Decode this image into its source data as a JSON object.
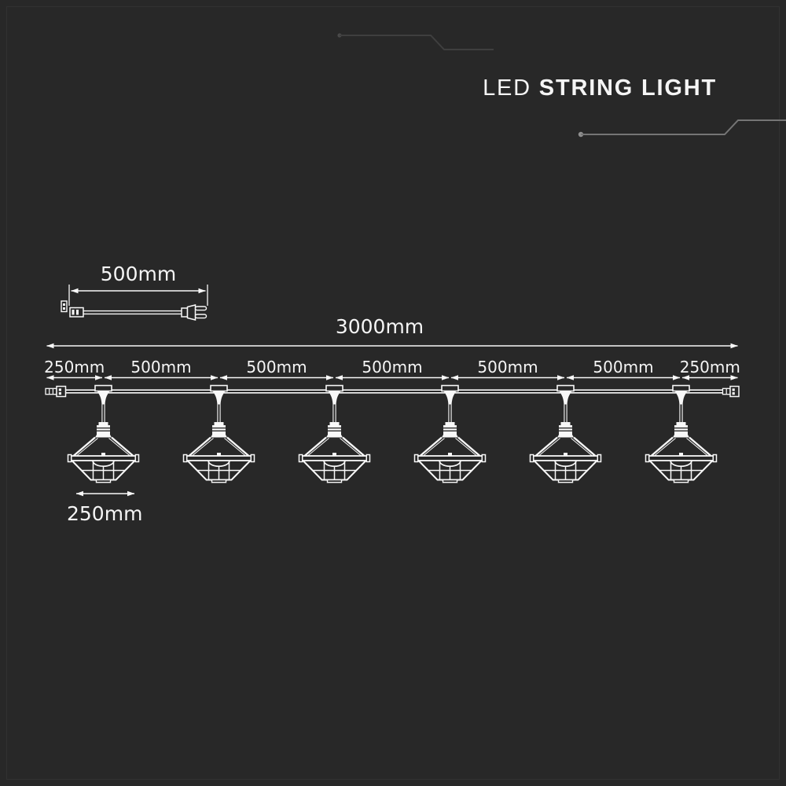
{
  "title": {
    "regular": "LED",
    "bold": "STRING LIGHT"
  },
  "colors": {
    "background": "#282828",
    "drawing": "#f8f8f8",
    "text": "#f5f5f5",
    "decor_dark_line": "#3f3f3f",
    "decor_light_line": "#757575"
  },
  "cord_diagram": {
    "length_label": "500mm",
    "length_mm": 500
  },
  "string_diagram": {
    "total_length_label": "3000mm",
    "total_length_mm": 3000,
    "segment_labels": [
      "250mm",
      "500mm",
      "500mm",
      "500mm",
      "500mm",
      "500mm",
      "250mm"
    ],
    "segment_lengths_mm": [
      250,
      500,
      500,
      500,
      500,
      500,
      250
    ],
    "lamp_count": 6,
    "lamp_width_label": "250mm",
    "lamp_width_mm": 250
  }
}
